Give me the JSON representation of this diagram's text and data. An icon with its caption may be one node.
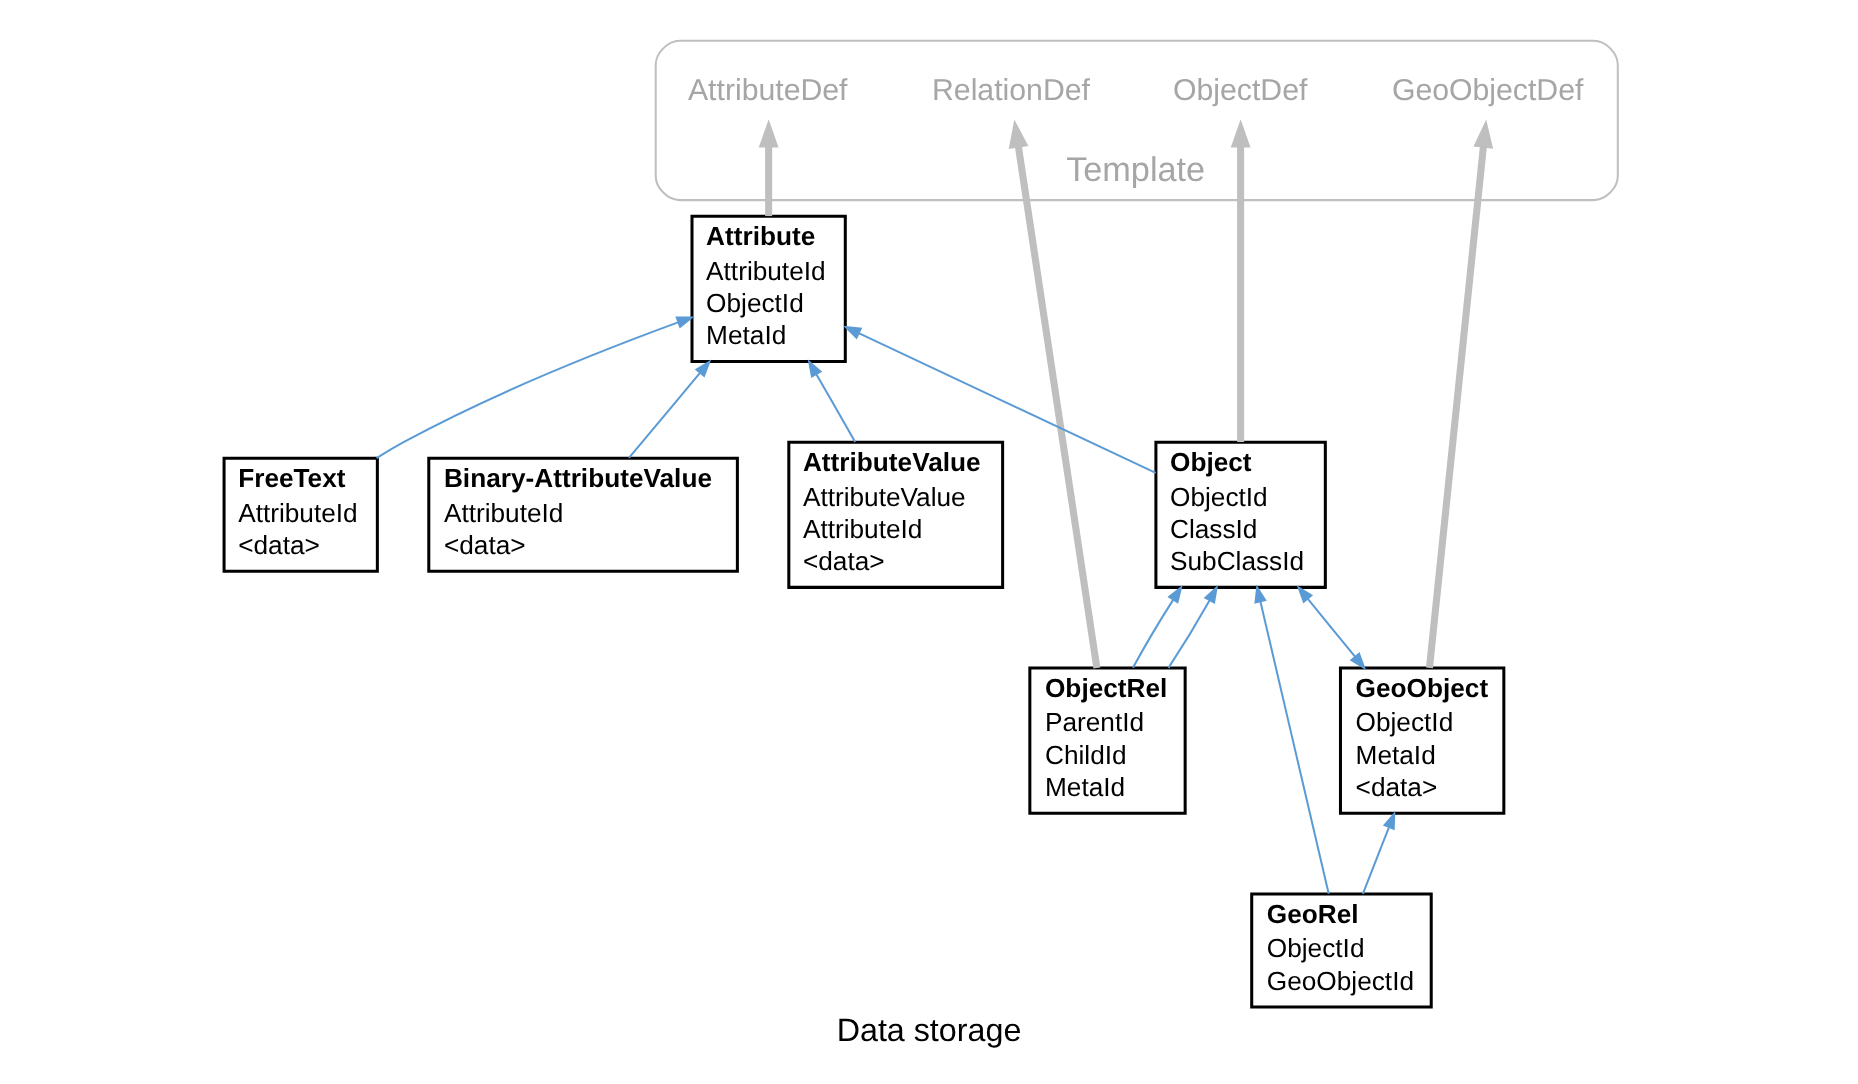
{
  "diagram": {
    "caption": "Data storage",
    "nodes": [
      {
        "text": [
          "Template"
        ]
      },
      {
        "text": [
          "AttributeDef"
        ],
        "in": 0
      },
      {
        "text": [
          "RelationDef"
        ],
        "in": 0
      },
      {
        "text": [
          "ObjectDef"
        ],
        "in": 0
      },
      {
        "text": [
          "GeoObjectDef"
        ],
        "in": 0
      },
      {
        "text": [
          "Attribute",
          "AttributeId",
          "ObjectId",
          "MetaId"
        ]
      },
      {
        "text": [
          "ObjectRel",
          "ParentId",
          "ChildId",
          "MetaId"
        ]
      },
      {
        "text": [
          "GeoObject",
          "ObjectId",
          "MetaId",
          "<data>"
        ]
      },
      {
        "text": [
          "FreeText",
          "AttributeId",
          "<data>"
        ]
      },
      {
        "text": [
          "Binary-AttributeValue",
          "AttributeId",
          "<data>"
        ]
      },
      {
        "text": [
          "AttributeValue",
          "AttributeValue",
          "AttributeId",
          "<data>"
        ]
      },
      {
        "text": [
          "Object",
          "ObjectId",
          "ClassId",
          "SubClassId"
        ]
      },
      {
        "text": [
          "GeoRel",
          "ObjectId",
          "GeoObjectId"
        ]
      }
    ],
    "edges": [
      {
        "from": 5,
        "to": 1,
        "arrow": "to",
        "style": "thick",
        "color": "#bfbfbf"
      },
      {
        "from": 6,
        "to": 2,
        "arrow": "to",
        "style": "thick",
        "color": "#bfbfbf"
      },
      {
        "from": 11,
        "to": 3,
        "arrow": "to",
        "style": "thick",
        "color": "#bfbfbf"
      },
      {
        "from": 7,
        "to": 4,
        "arrow": "to",
        "style": "thick",
        "color": "#bfbfbf"
      },
      {
        "from": 8,
        "to": 5,
        "arrow": "to"
      },
      {
        "from": 9,
        "to": 5,
        "arrow": "to"
      },
      {
        "from": 10,
        "to": 5,
        "arrow": "to"
      },
      {
        "from": 11,
        "to": 5,
        "arrow": "to"
      },
      {
        "from": 6,
        "to": 11,
        "arrow": "to"
      },
      {
        "from": 6,
        "to": 11,
        "arrow": "to"
      },
      {
        "from": 7,
        "to": 11,
        "arrow": "both"
      },
      {
        "from": 12,
        "to": 7,
        "arrow": "to"
      },
      {
        "from": 12,
        "to": 11,
        "arrow": "to"
      }
    ]
  }
}
